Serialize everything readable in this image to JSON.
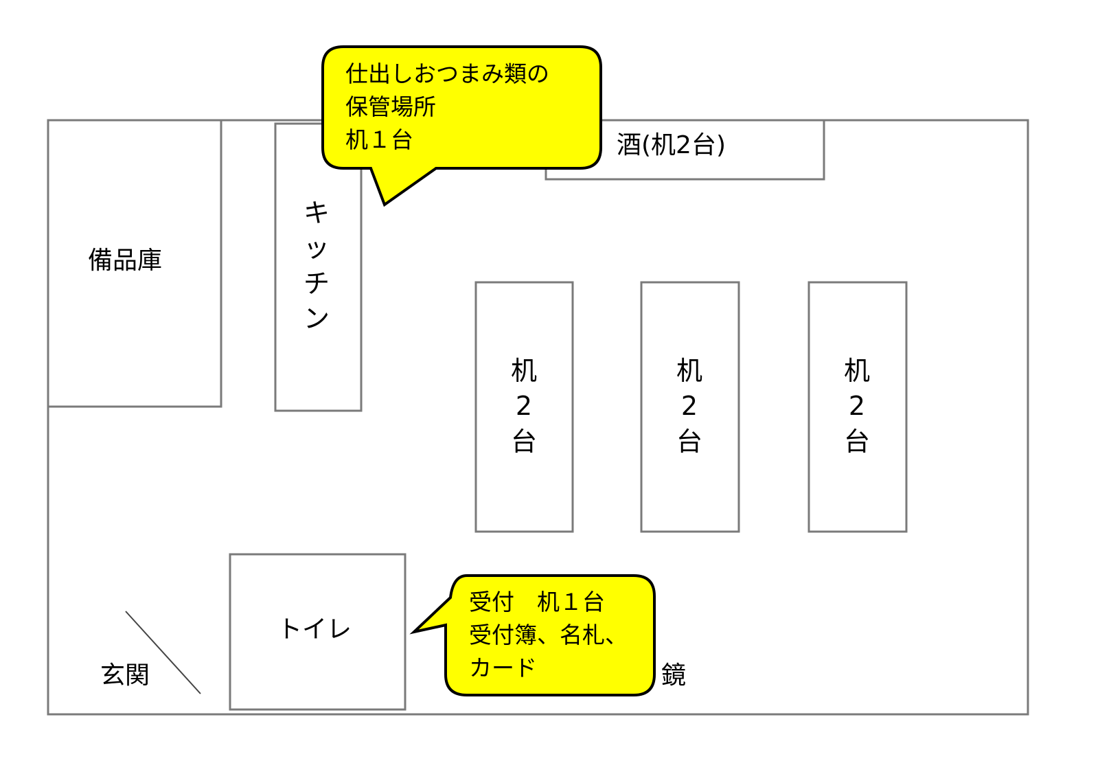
{
  "rooms": {
    "storage": "備品庫",
    "kitchen": "キ\nッ\nチ\nン",
    "sake_table": "酒(机2台)",
    "desks": [
      "机\n2\n台",
      "机\n2\n台",
      "机\n2\n台"
    ],
    "toilet": "トイレ",
    "entrance": "玄関",
    "mirror": "鏡"
  },
  "callouts": {
    "snacks": "仕出しおつまみ類の\n保管場所\n机１台",
    "reception": "受付　机１台\n受付簿、名札、\nカード"
  },
  "colors": {
    "callout_fill": "#ffff00",
    "wall": "#808080"
  }
}
